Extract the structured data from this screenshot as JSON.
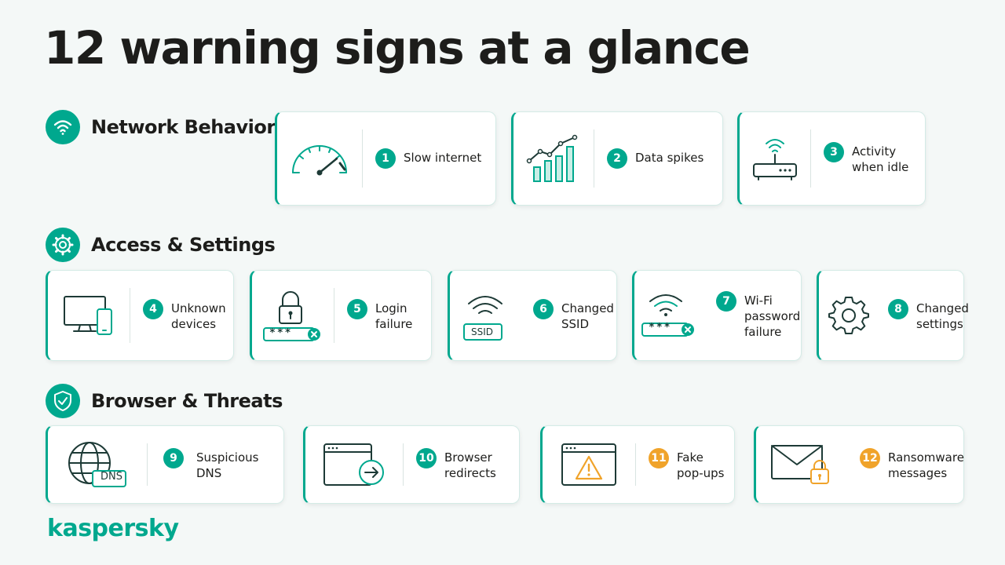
{
  "title": "12 warning signs at a glance",
  "brand": "kaspersky",
  "colors": {
    "accent": "#00a88e",
    "warning": "#f0a32a"
  },
  "sections": [
    {
      "title": "Network Behavior",
      "icon": "wifi-icon"
    },
    {
      "title": "Access & Settings",
      "icon": "gear-icon"
    },
    {
      "title": "Browser & Threats",
      "icon": "shield-icon"
    }
  ],
  "cards": [
    {
      "num": "1",
      "label": "Slow internet",
      "icon": "speedometer-icon"
    },
    {
      "num": "2",
      "label": "Data spikes",
      "icon": "bar-chart-icon"
    },
    {
      "num": "3",
      "label": "Activity\nwhen idle",
      "icon": "router-icon"
    },
    {
      "num": "4",
      "label": "Unknown\ndevices",
      "icon": "devices-icon"
    },
    {
      "num": "5",
      "label": "Login\nfailure",
      "icon": "lock-icon",
      "field": "***"
    },
    {
      "num": "6",
      "label": "Changed\nSSID",
      "icon": "wifi-ssid-icon",
      "tag": "SSID"
    },
    {
      "num": "7",
      "label": "Wi-Fi\npassword\nfailure",
      "icon": "wifi-password-icon",
      "field": "***"
    },
    {
      "num": "8",
      "label": "Changed\nsettings",
      "icon": "gear-icon"
    },
    {
      "num": "9",
      "label": "Suspicious\nDNS",
      "icon": "globe-icon",
      "tag": "DNS"
    },
    {
      "num": "10",
      "label": "Browser\nredirects",
      "icon": "browser-redirect-icon"
    },
    {
      "num": "11",
      "label": "Fake\npop-ups",
      "icon": "warning-window-icon"
    },
    {
      "num": "12",
      "label": "Ransomware\nmessages",
      "icon": "envelope-lock-icon"
    }
  ]
}
